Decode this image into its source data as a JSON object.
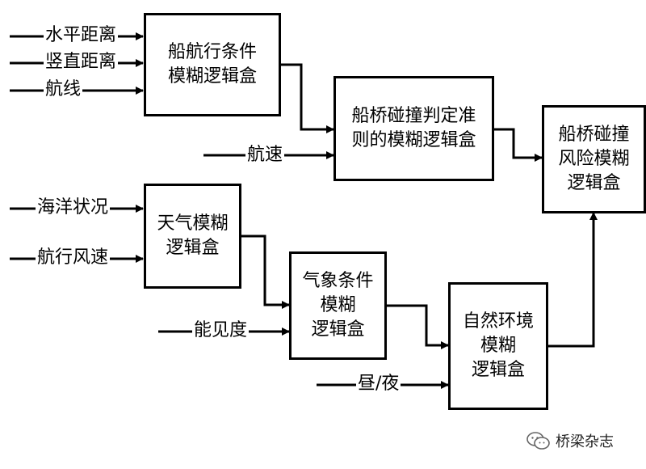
{
  "boxes": {
    "ship_nav": [
      "船航行条件",
      "模糊逻辑盒"
    ],
    "criterion": [
      "船桥碰撞判定准",
      "则的模糊逻辑盒"
    ],
    "risk": [
      "船桥碰撞",
      "风险模糊",
      "逻辑盒"
    ],
    "weather": [
      "天气模糊",
      "逻辑盒"
    ],
    "meteo": [
      "气象条件",
      "模糊",
      "逻辑盒"
    ],
    "nature": [
      "自然环境",
      "模糊",
      "逻辑盒"
    ]
  },
  "inputs": {
    "horizontal_distance": "水平距离",
    "vertical_distance": "竖直距离",
    "route": "航线",
    "speed": "航速",
    "sea_state": "海洋状况",
    "wind_speed": "航行风速",
    "visibility": "能见度",
    "day_night": "昼/夜"
  },
  "watermark": {
    "text": "桥梁杂志",
    "icon": "wechat-icon"
  }
}
